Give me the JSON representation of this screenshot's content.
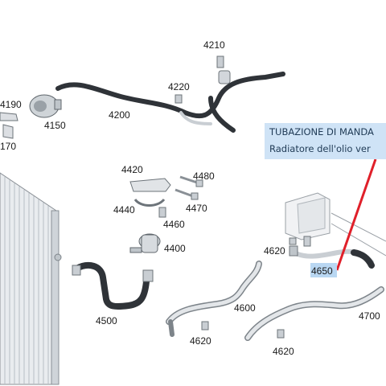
{
  "callout": {
    "title": "TUBAZIONE DI MANDA",
    "subtitle": "Radiatore dell'olio ver"
  },
  "parts": {
    "p4210": "4210",
    "p4220": "4220",
    "p4190": "4190",
    "p4150": "4150",
    "p4170": "170",
    "p4200": "4200",
    "p4420": "4420",
    "p4480": "4480",
    "p4440": "4440",
    "p4470": "4470",
    "p4460": "4460",
    "p4400": "4400",
    "p4620a": "4620",
    "p4650": "4650",
    "p4500": "4500",
    "p4600": "4600",
    "p4700": "4700",
    "p4620b": "4620",
    "p4620c": "4620"
  },
  "colors": {
    "highlight": "#b9d7f2",
    "callout_bg": "#cfe3f6",
    "pointer": "#e0202a",
    "hose_dark": "#2f3338",
    "pipe_light": "#d9dde1"
  }
}
